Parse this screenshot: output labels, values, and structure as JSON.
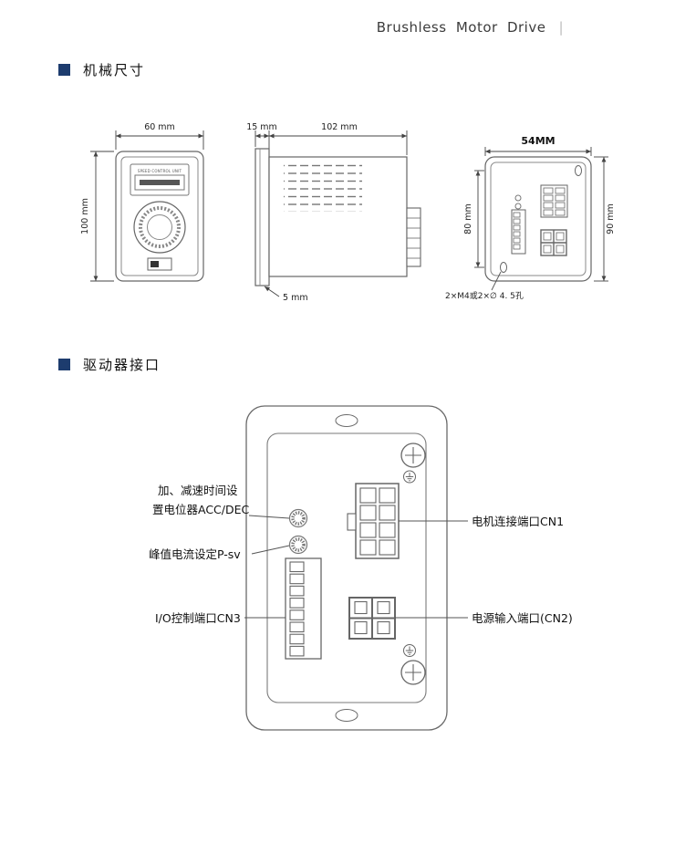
{
  "colors": {
    "accent": "#1d3c6e",
    "line": "#555555"
  },
  "header": {
    "title": "Brushless  Motor Drive",
    "divider": "|"
  },
  "sections": {
    "mechanical": "机械尺寸",
    "interface": "驱动器接口"
  },
  "front_view": {
    "width": "60 mm",
    "height": "100 mm",
    "panel_label": "SPEED CONTROL UNIT"
  },
  "side_view": {
    "flange_width": "15 mm",
    "body_length": "102 mm",
    "thickness": "5 mm"
  },
  "rear_view": {
    "width": "54MM",
    "hole_spacing": "80 mm",
    "height": "90 mm",
    "hole_note": "2×M4或2×∅ 4. 5孔"
  },
  "interface_view": {
    "acc_dec_line1": "加、减速时间设",
    "acc_dec_line2": "置电位器ACC/DEC",
    "peak_current": "峰值电流设定P-sv",
    "io_port": "I/O控制端口CN3",
    "motor_port": "电机连接端口CN1",
    "power_port": "电源输入端口(CN2)"
  }
}
